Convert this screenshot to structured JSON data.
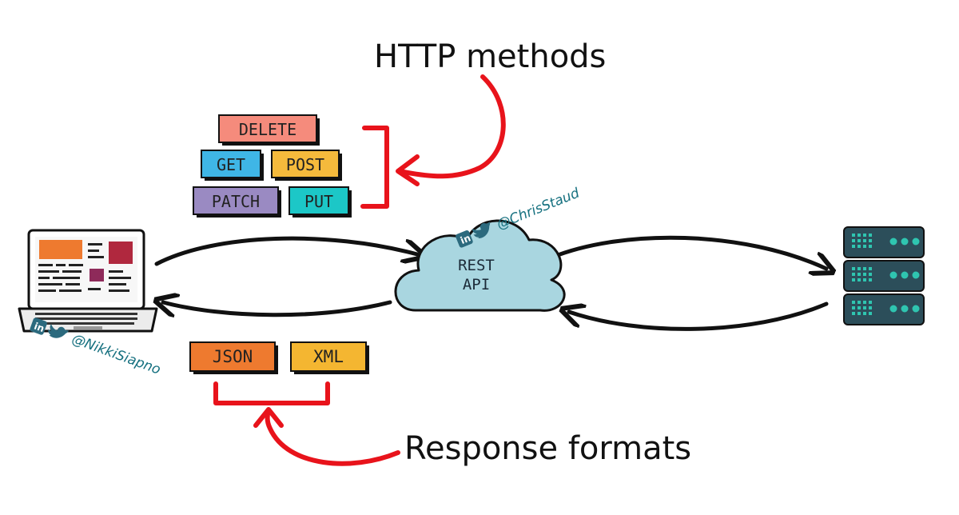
{
  "annotations": {
    "http_methods_title": "HTTP methods",
    "response_formats_title": "Response formats"
  },
  "methods": {
    "delete": "DELETE",
    "get": "GET",
    "post": "POST",
    "patch": "PATCH",
    "put": "PUT"
  },
  "formats": {
    "json": "JSON",
    "xml": "XML"
  },
  "cloud": {
    "line1": "REST",
    "line2": "API"
  },
  "credits": {
    "top": "@ChrisStaud",
    "left": "@NikkiSiapno"
  },
  "colors": {
    "delete": "#f58b7c",
    "get": "#3fb6e6",
    "post": "#f5ba3c",
    "patch": "#9a8ac2",
    "put": "#1cc7c7",
    "json": "#ee7a2f",
    "xml": "#f4b631",
    "red_accent": "#e8131b",
    "cloud_fill": "#a9d6e0",
    "server": "#2c4e5a",
    "handle_text": "#15707f"
  },
  "icons": [
    "laptop-icon",
    "server-icon",
    "cloud-icon",
    "linkedin-icon",
    "twitter-icon"
  ]
}
